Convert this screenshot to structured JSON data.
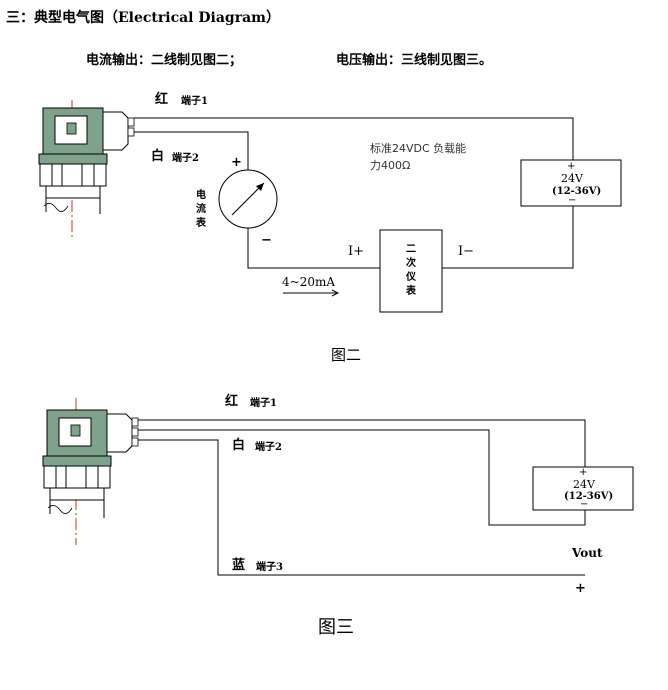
{
  "heading": "三：典型电气图（Electrical Diagram）",
  "subtitles": {
    "current": "电流输出：二线制见图二；",
    "voltage": "电压输出：三线制见图三。"
  },
  "figure2": {
    "red_label": "红",
    "red_terminal": "端子1",
    "white_label": "白",
    "white_terminal": "端子2",
    "load_note_line1": "标准24VDC 负载能",
    "load_note_line2": "力400Ω",
    "ammeter_plus": "+",
    "ammeter_minus": "−",
    "ammeter_name": [
      "电",
      "流",
      "表"
    ],
    "current_range": "4~20mA",
    "i_plus": "I+",
    "i_minus": "I−",
    "secondary_meter": [
      "二",
      "次",
      "仪",
      "表"
    ],
    "supply_plus": "+",
    "supply_voltage": "24V",
    "supply_range": "(12-36V)",
    "supply_minus": "−",
    "caption": "图二"
  },
  "figure3": {
    "red_label": "红",
    "red_terminal": "端子1",
    "white_label": "白",
    "white_terminal": "端子2",
    "blue_label": "蓝",
    "blue_terminal": "端子3",
    "supply_plus": "+",
    "supply_voltage": "24V",
    "supply_range": "(12-36V)",
    "supply_minus": "−",
    "vout_label": "Vout",
    "vout_plus": "+",
    "caption": "图三"
  },
  "colors": {
    "line": "#000000",
    "sensor_fill": "#7fa38a",
    "center_line": "#c83030"
  }
}
